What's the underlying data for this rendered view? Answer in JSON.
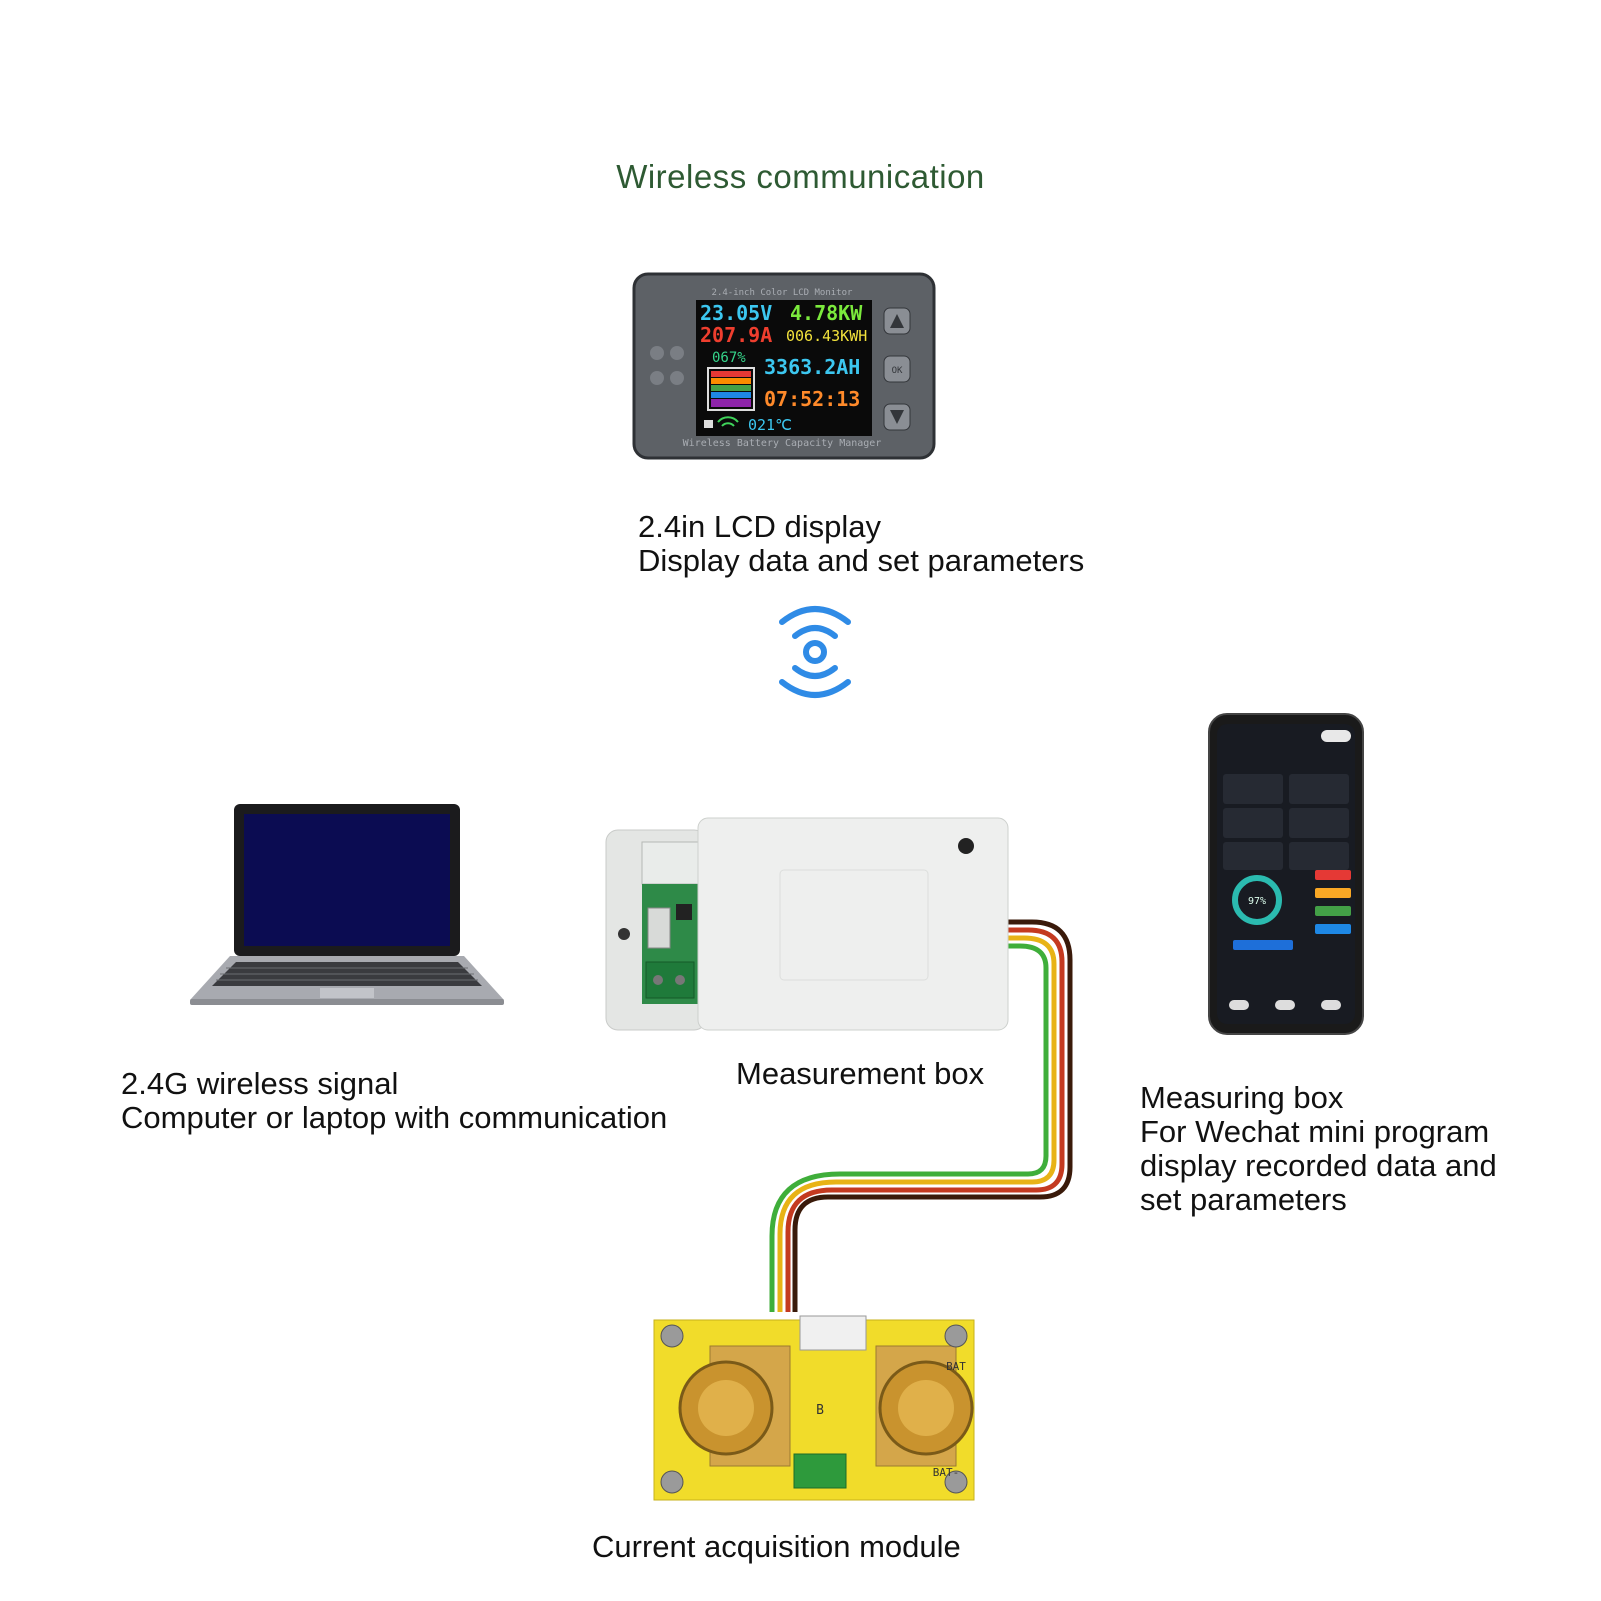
{
  "heading": "Wireless communication",
  "lcd": {
    "caption": "2.4in LCD display\nDisplay data and set parameters",
    "top_text": "2.4-inch Color LCD Monitor",
    "bottom_text": "Wireless Battery Capacity Manager",
    "voltage": "23.05V",
    "power": "4.78KW",
    "current": "207.9A",
    "energy": "006.43KWH",
    "percent": "067%",
    "capacity": "3363.2AH",
    "time": "07:52:13",
    "temp": "021℃",
    "btn_ok": "OK",
    "colors": {
      "bezel": "#5d6166",
      "screen": "#0a0a0a"
    }
  },
  "laptop": {
    "caption": "2.4G wireless signal\nComputer or laptop with communication",
    "screen_color": "#0b0c52"
  },
  "box": {
    "caption": "Measurement box"
  },
  "phone": {
    "caption": "Measuring box\nFor Wechat mini program\ndisplay recorded data and\nset parameters",
    "gauge": "97%"
  },
  "module": {
    "caption": "Current acquisition module",
    "label_b": "B",
    "label_bat_top": "BAT",
    "label_bat_bottom": "BAT-"
  },
  "colors": {
    "wifi": "#2f8be6",
    "heading": "#2e5a33",
    "cable": [
      "#3a1a0a",
      "#c43a20",
      "#e8b316",
      "#3fae3a"
    ]
  }
}
